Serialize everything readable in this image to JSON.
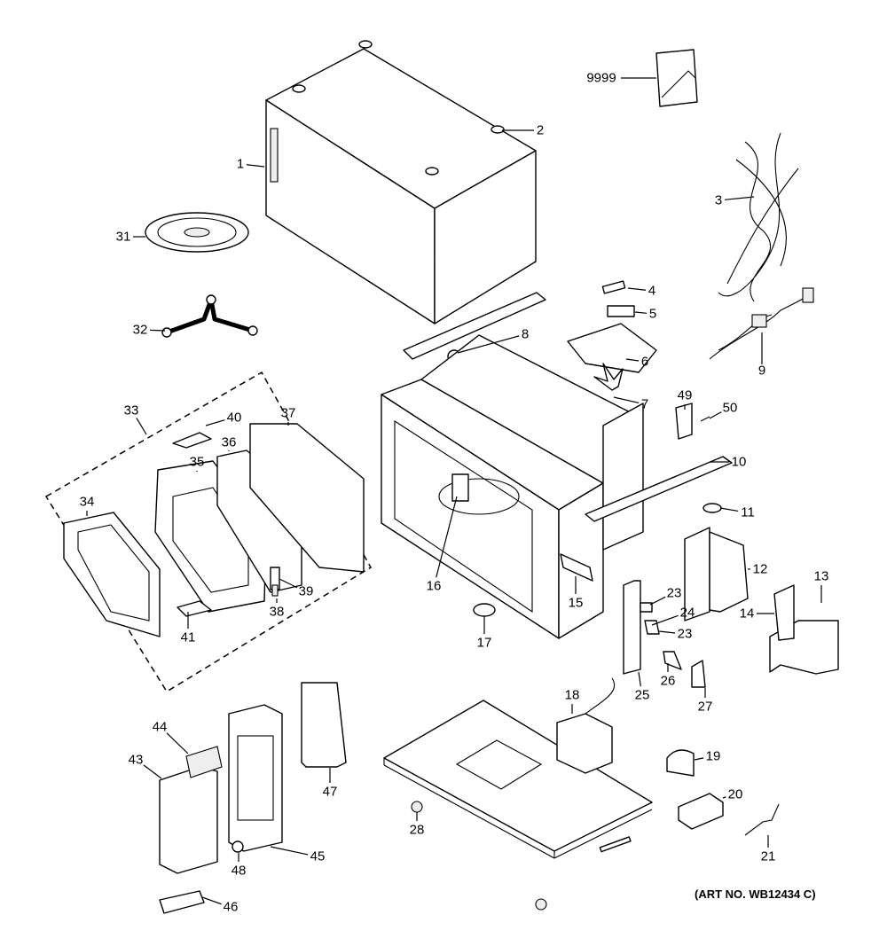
{
  "diagram": {
    "art_number": "(ART NO. WB12434 C)",
    "callouts": [
      "9999",
      "1",
      "2",
      "3",
      "31",
      "4",
      "5",
      "32",
      "8",
      "6",
      "9",
      "7",
      "49",
      "50",
      "33",
      "40",
      "37",
      "36",
      "35",
      "10",
      "34",
      "11",
      "12",
      "13",
      "39",
      "16",
      "15",
      "23",
      "14",
      "24",
      "38",
      "41",
      "17",
      "23",
      "26",
      "25",
      "27",
      "18",
      "19",
      "44",
      "43",
      "47",
      "20",
      "28",
      "45",
      "48",
      "21",
      "46"
    ]
  }
}
